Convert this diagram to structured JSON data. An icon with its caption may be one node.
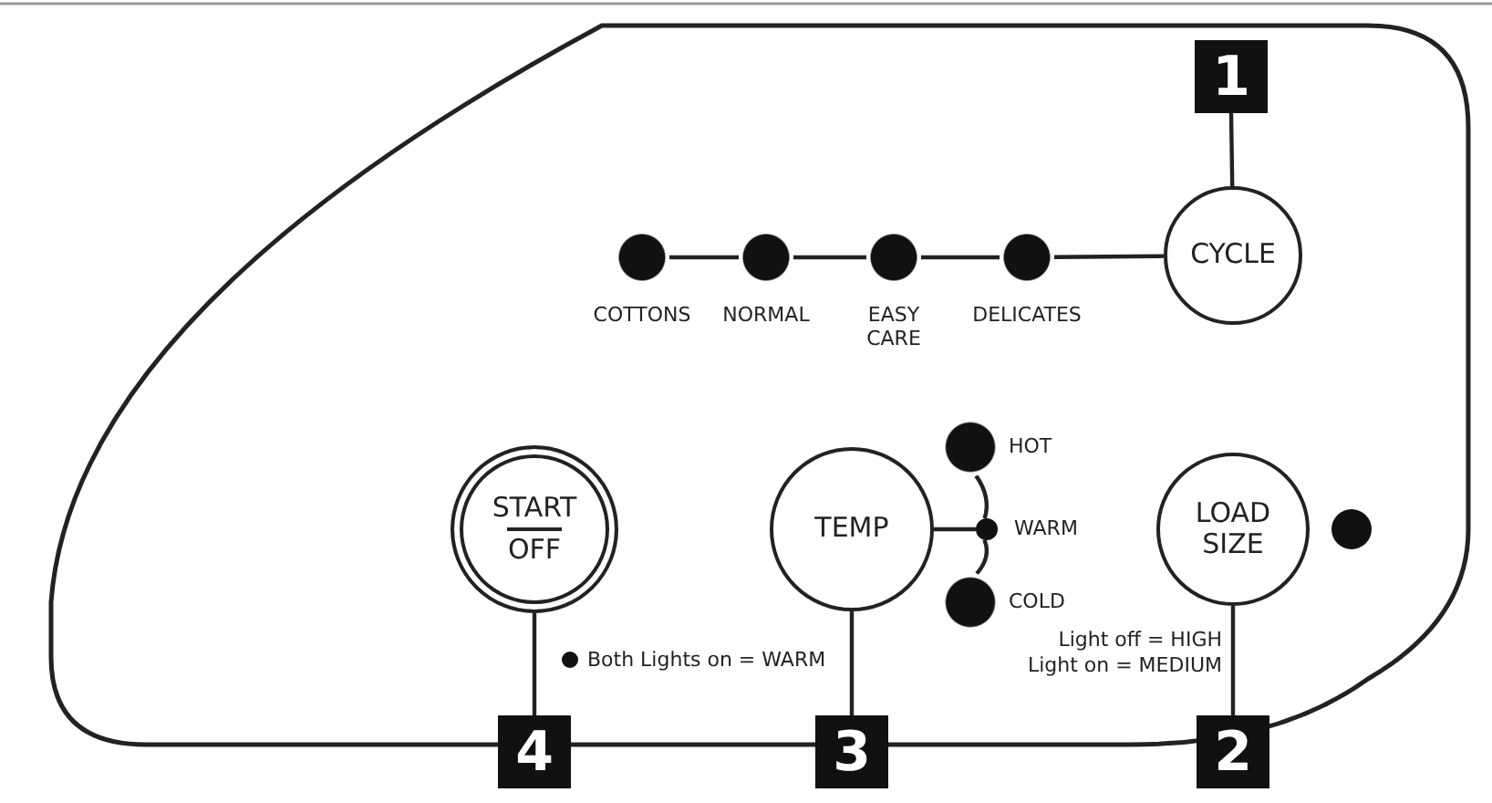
{
  "diagram": {
    "nodes": [
      {
        "text": [
          "1"
        ]
      },
      {
        "text": [
          "CYCLE"
        ]
      },
      {
        "text": [],
        "shape": "circle",
        "beside": [
          "COTTONS"
        ]
      },
      {
        "text": [],
        "shape": "circle",
        "beside": [
          "NORMAL"
        ]
      },
      {
        "text": [],
        "shape": "circle",
        "beside": [
          "EASY CARE"
        ]
      },
      {
        "text": [],
        "shape": "circle",
        "beside": [
          "DELICATES"
        ]
      },
      {
        "text": [
          "START",
          "OFF"
        ]
      },
      {
        "text": [
          "TEMP"
        ]
      },
      {
        "text": [],
        "shape": "circle",
        "beside": [
          "HOT"
        ]
      },
      {
        "text": [],
        "shape": "circle",
        "beside": [
          "WARM"
        ]
      },
      {
        "text": [],
        "shape": "circle",
        "beside": [
          "COLD"
        ]
      },
      {
        "text": [
          "LOAD SIZE"
        ]
      },
      {
        "text": [],
        "shape": "circle"
      },
      {
        "text": [
          "4"
        ]
      },
      {
        "text": [
          "3"
        ]
      },
      {
        "text": [
          "2"
        ]
      }
    ],
    "edges": [
      {
        "from": 0,
        "to": 1,
        "arrow": "none"
      },
      {
        "from": 1,
        "to": 5,
        "arrow": "none"
      },
      {
        "from": 5,
        "to": 4,
        "arrow": "none"
      },
      {
        "from": 4,
        "to": 3,
        "arrow": "none"
      },
      {
        "from": 3,
        "to": 2,
        "arrow": "none"
      },
      {
        "from": 7,
        "to": 9,
        "arrow": "none"
      },
      {
        "from": 8,
        "to": 9,
        "arrow": "none"
      },
      {
        "from": 9,
        "to": 10,
        "arrow": "none"
      },
      {
        "from": 13,
        "to": 6,
        "arrow": "none"
      },
      {
        "from": 14,
        "to": 7,
        "arrow": "none"
      },
      {
        "from": 15,
        "to": 11,
        "arrow": "none"
      }
    ],
    "labels": [
      "Both Lights on = WARM",
      "Light off = HIGH",
      "Light on = MEDIUM"
    ]
  }
}
